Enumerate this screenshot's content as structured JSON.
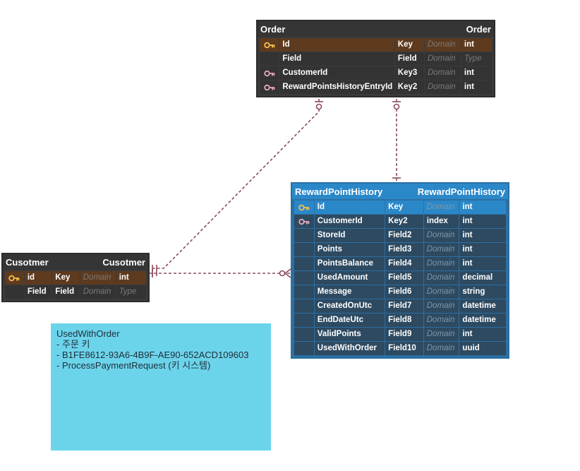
{
  "entities": {
    "order": {
      "name": "Order",
      "alias": "Order",
      "rows": [
        {
          "name": "Id",
          "key": "Key",
          "domain": "Domain",
          "type": "int",
          "icon": "primary-key-icon"
        },
        {
          "name": "Field",
          "key": "Field",
          "domain": "Domain",
          "type": "Type",
          "icon": ""
        },
        {
          "name": "CustomerId",
          "key": "Key3",
          "domain": "Domain",
          "type": "int",
          "icon": "foreign-key-icon"
        },
        {
          "name": "RewardPointsHistoryEntryId",
          "key": "Key2",
          "domain": "Domain",
          "type": "int",
          "icon": "foreign-key-icon"
        }
      ]
    },
    "reward": {
      "name": "RewardPointHistory",
      "alias": "RewardPointHistory",
      "rows": [
        {
          "name": "Id",
          "key": "Key",
          "domain": "Domain",
          "type": "int",
          "icon": "primary-key-icon"
        },
        {
          "name": "CustomerId",
          "key": "Key2",
          "domain": "index",
          "type": "int",
          "icon": "foreign-key-icon"
        },
        {
          "name": "StoreId",
          "key": "Field2",
          "domain": "Domain",
          "type": "int",
          "icon": ""
        },
        {
          "name": "Points",
          "key": "Field3",
          "domain": "Domain",
          "type": "int",
          "icon": ""
        },
        {
          "name": "PointsBalance",
          "key": "Field4",
          "domain": "Domain",
          "type": "int",
          "icon": ""
        },
        {
          "name": "UsedAmount",
          "key": "Field5",
          "domain": "Domain",
          "type": "decimal",
          "icon": ""
        },
        {
          "name": "Message",
          "key": "Field6",
          "domain": "Domain",
          "type": "string",
          "icon": ""
        },
        {
          "name": "CreatedOnUtc",
          "key": "Field7",
          "domain": "Domain",
          "type": "datetime",
          "icon": ""
        },
        {
          "name": "EndDateUtc",
          "key": "Field8",
          "domain": "Domain",
          "type": "datetime",
          "icon": ""
        },
        {
          "name": "ValidPoints",
          "key": "Field9",
          "domain": "Domain",
          "type": "int",
          "icon": ""
        },
        {
          "name": "UsedWithOrder",
          "key": "Field10",
          "domain": "Domain",
          "type": "uuid",
          "icon": ""
        }
      ]
    },
    "customer": {
      "name": "Cusotmer",
      "alias": "Cusotmer",
      "rows": [
        {
          "name": "id",
          "key": "Key",
          "domain": "Domain",
          "type": "int",
          "icon": "primary-key-icon"
        },
        {
          "name": "Field",
          "key": "Field",
          "domain": "Domain",
          "type": "Type",
          "icon": ""
        }
      ]
    }
  },
  "note": {
    "lines": [
      "UsedWithOrder",
      "- 주문 키",
      "- B1FE8612-93A6-4B9F-AE90-652ACD109603",
      "- ProcessPaymentRequest (키 시스템)"
    ]
  },
  "colors": {
    "line": "#8b4a5a",
    "primary_key": "#f2c14e",
    "foreign_key": "#e8a8b8",
    "note_bg": "#6cd4ea"
  }
}
